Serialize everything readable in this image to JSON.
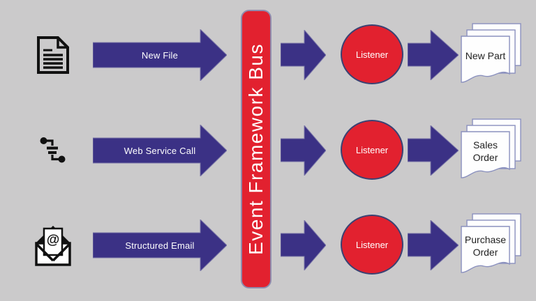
{
  "bus": {
    "label": "Event Framework Bus"
  },
  "listener_label": "Listener",
  "rows": [
    {
      "id": "new-file",
      "source_icon": "document-icon",
      "input_label": "New File",
      "output_label": "New Part"
    },
    {
      "id": "web-service",
      "source_icon": "web-service-icon",
      "input_label": "Web Service Call",
      "output_label": "Sales\nOrder"
    },
    {
      "id": "structured-email",
      "source_icon": "email-icon",
      "input_label": "Structured Email",
      "output_label": "Purchase\nOrder"
    }
  ],
  "colors": {
    "background": "#CBCACB",
    "arrow": "#3B3185",
    "red": "#E2212F",
    "page_outline": "#8A90BE"
  }
}
